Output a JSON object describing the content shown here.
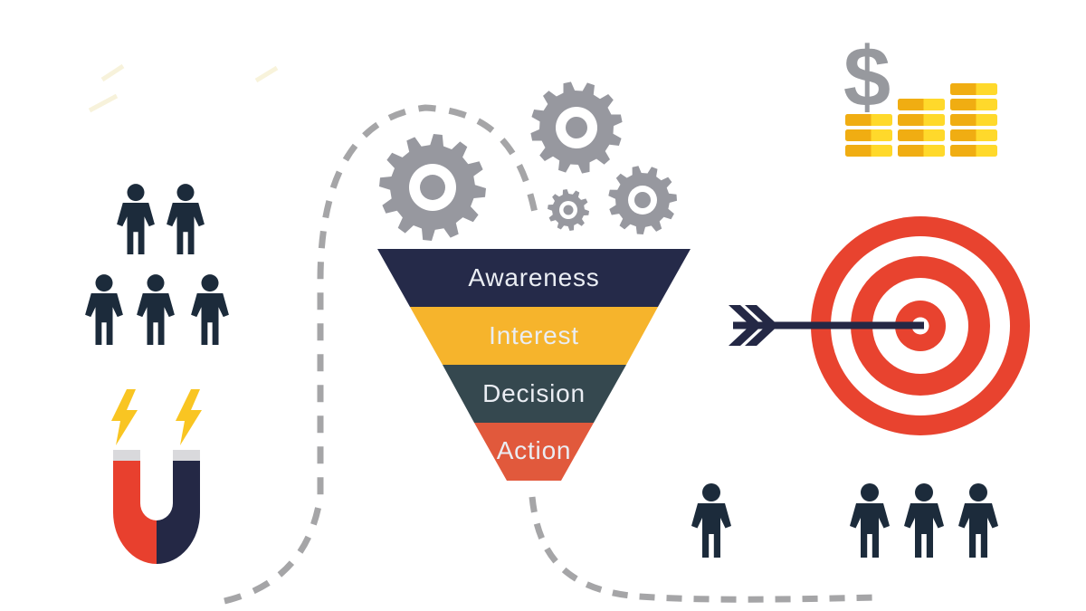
{
  "funnel": {
    "stages": [
      {
        "label": "Awareness",
        "color": "#252A49"
      },
      {
        "label": "Interest",
        "color": "#F6B42C"
      },
      {
        "label": "Decision",
        "color": "#35484F"
      },
      {
        "label": "Action",
        "color": "#E1593C"
      }
    ],
    "label_color": "#EAEDF3"
  },
  "money": {
    "currency_symbol": "$",
    "symbol_color": "#97999E",
    "stack_heights": [
      3,
      4,
      5
    ],
    "coin_dark": "#F0AD12",
    "coin_light": "#FFD92B"
  },
  "people": {
    "color": "#1C2B3B",
    "top_left_row_counts": [
      2,
      3
    ],
    "bottom_single_count": 1,
    "bottom_group_count": 3
  },
  "target": {
    "ring_color": "#E8432F",
    "arrow_color": "#242845"
  },
  "magnet": {
    "left_color": "#E8402E",
    "right_color": "#242845",
    "cap_color": "#D9D9DC",
    "spark_color": "#F9C522",
    "spark_count": 2
  },
  "gears": {
    "color": "#97989F",
    "count": 4
  },
  "path": {
    "color": "#A5A5A7"
  }
}
